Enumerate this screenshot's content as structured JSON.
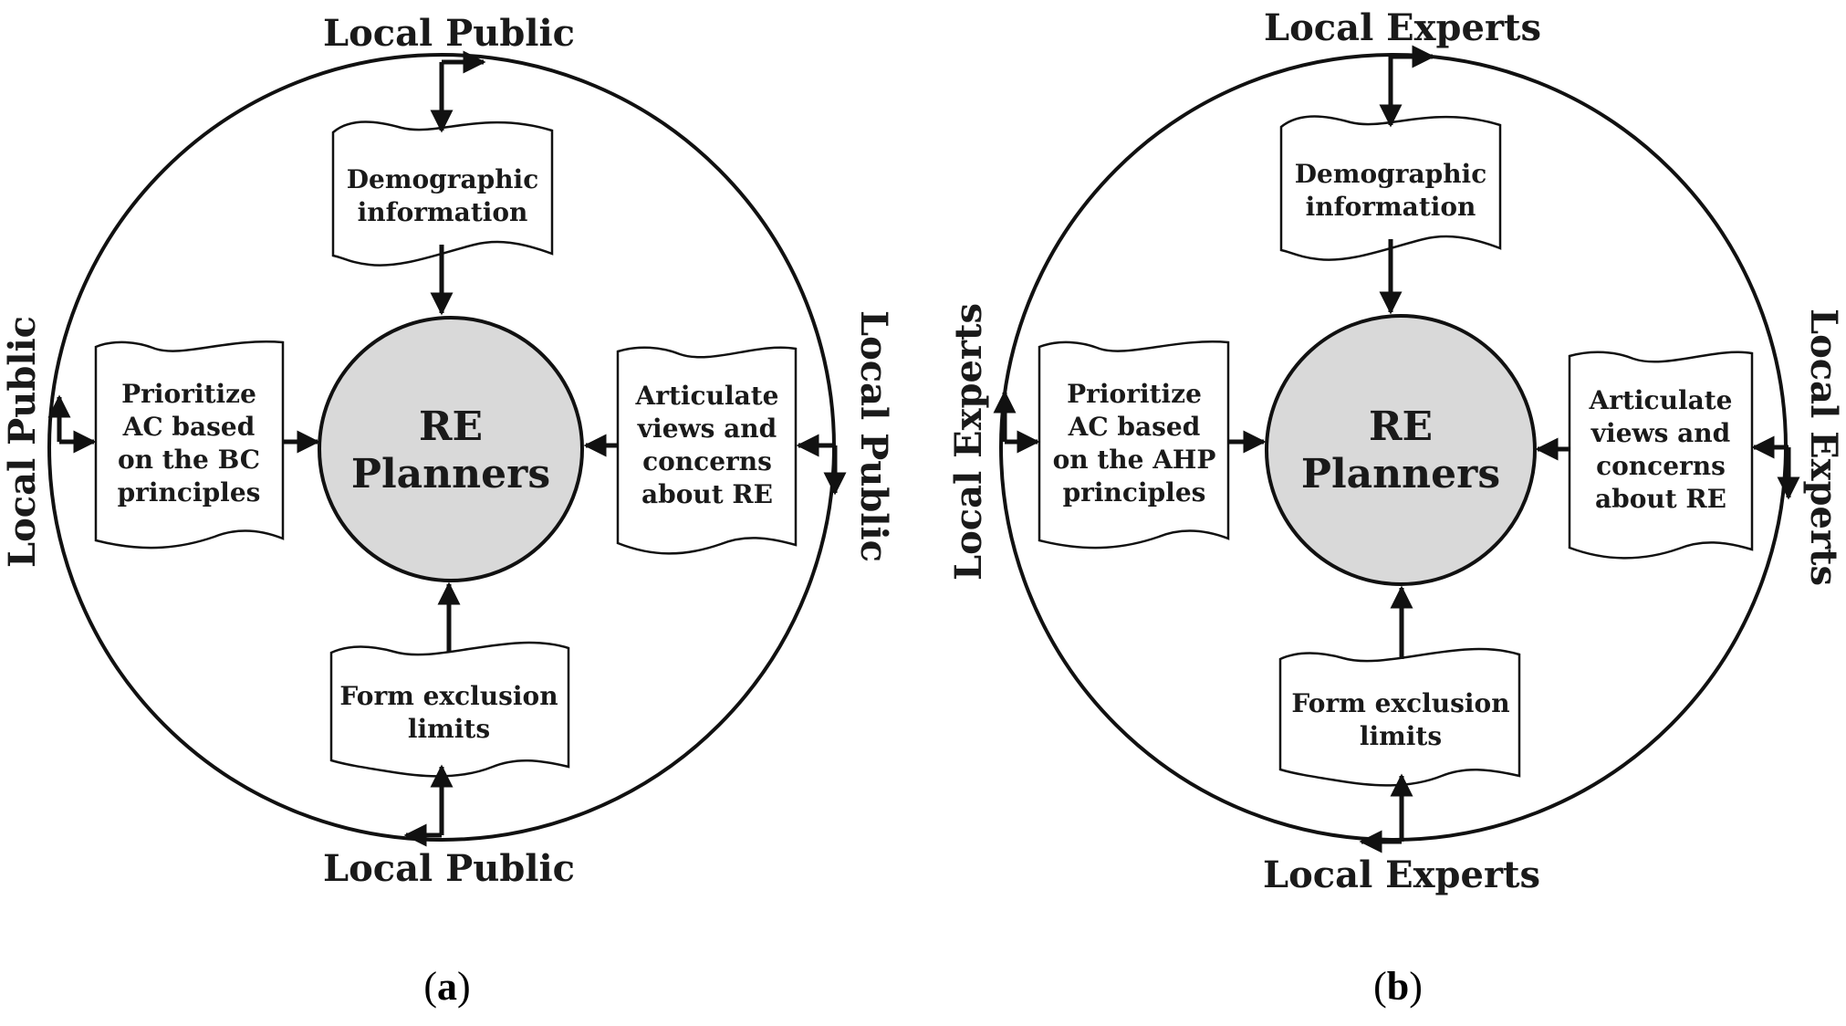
{
  "panels": [
    {
      "center": {
        "line1": "RE",
        "line2": "Planners"
      },
      "outer": {
        "top": "Local Public",
        "bottom": "Local Public",
        "left": "Local Public",
        "right": "Local Public"
      },
      "docs": {
        "top": [
          "Demographic",
          "information"
        ],
        "left": [
          "Prioritize",
          "AC based",
          "on the BC",
          "principles"
        ],
        "right": [
          "Articulate",
          "views and",
          "concerns",
          "about RE"
        ],
        "bottom": [
          "Form exclusion",
          "limits"
        ]
      },
      "caption": {
        "open": "(",
        "letter": "a",
        "close": ")"
      }
    },
    {
      "center": {
        "line1": "RE",
        "line2": "Planners"
      },
      "outer": {
        "top": "Local Experts",
        "bottom": "Local Experts",
        "left": "Local Experts",
        "right": "Local Experts"
      },
      "docs": {
        "top": [
          "Demographic",
          "information"
        ],
        "left": [
          "Prioritize",
          "AC based",
          "on the AHP",
          "principles"
        ],
        "right": [
          "Articulate",
          "views and",
          "concerns",
          "about RE"
        ],
        "bottom": [
          "Form exclusion",
          "limits"
        ]
      },
      "caption": {
        "open": "(",
        "letter": "b",
        "close": ")"
      }
    }
  ],
  "colors": {
    "center_fill": "#d9d9d9",
    "stroke": "#111111"
  }
}
